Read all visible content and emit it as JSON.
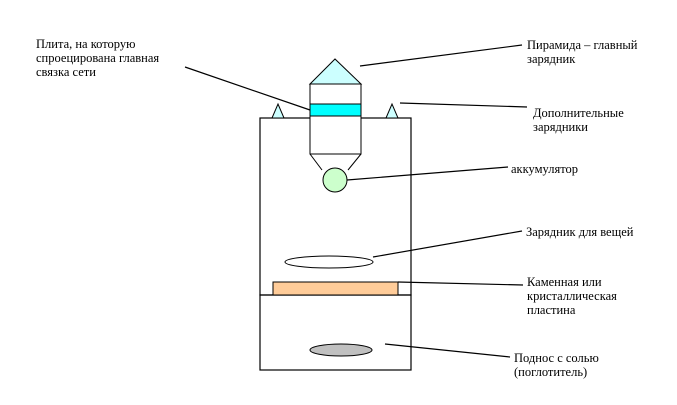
{
  "labels": {
    "plate": "Плита, на которую\nспроецирована главная\nсвязка сети",
    "pyramid": "Пирамида – главный\nзарядник",
    "extra_chargers": "Дополнительные\nзарядники",
    "battery": "аккумулятор",
    "items_charger": "Зарядник для вещей",
    "stone_plate": "Каменная или\nкристаллическая\nпластина",
    "salt_tray": "Поднос с солью\n(поглотитель)"
  },
  "colors": {
    "pyramid_fill": "#CCFFFF",
    "plate_fill": "#00FFFF",
    "battery_fill": "#CCFFCC",
    "stone_fill": "#FFCC99",
    "salt_fill": "#C0C0C0",
    "extra_charger_fill": "#CCFFFF",
    "outline": "#000000"
  }
}
